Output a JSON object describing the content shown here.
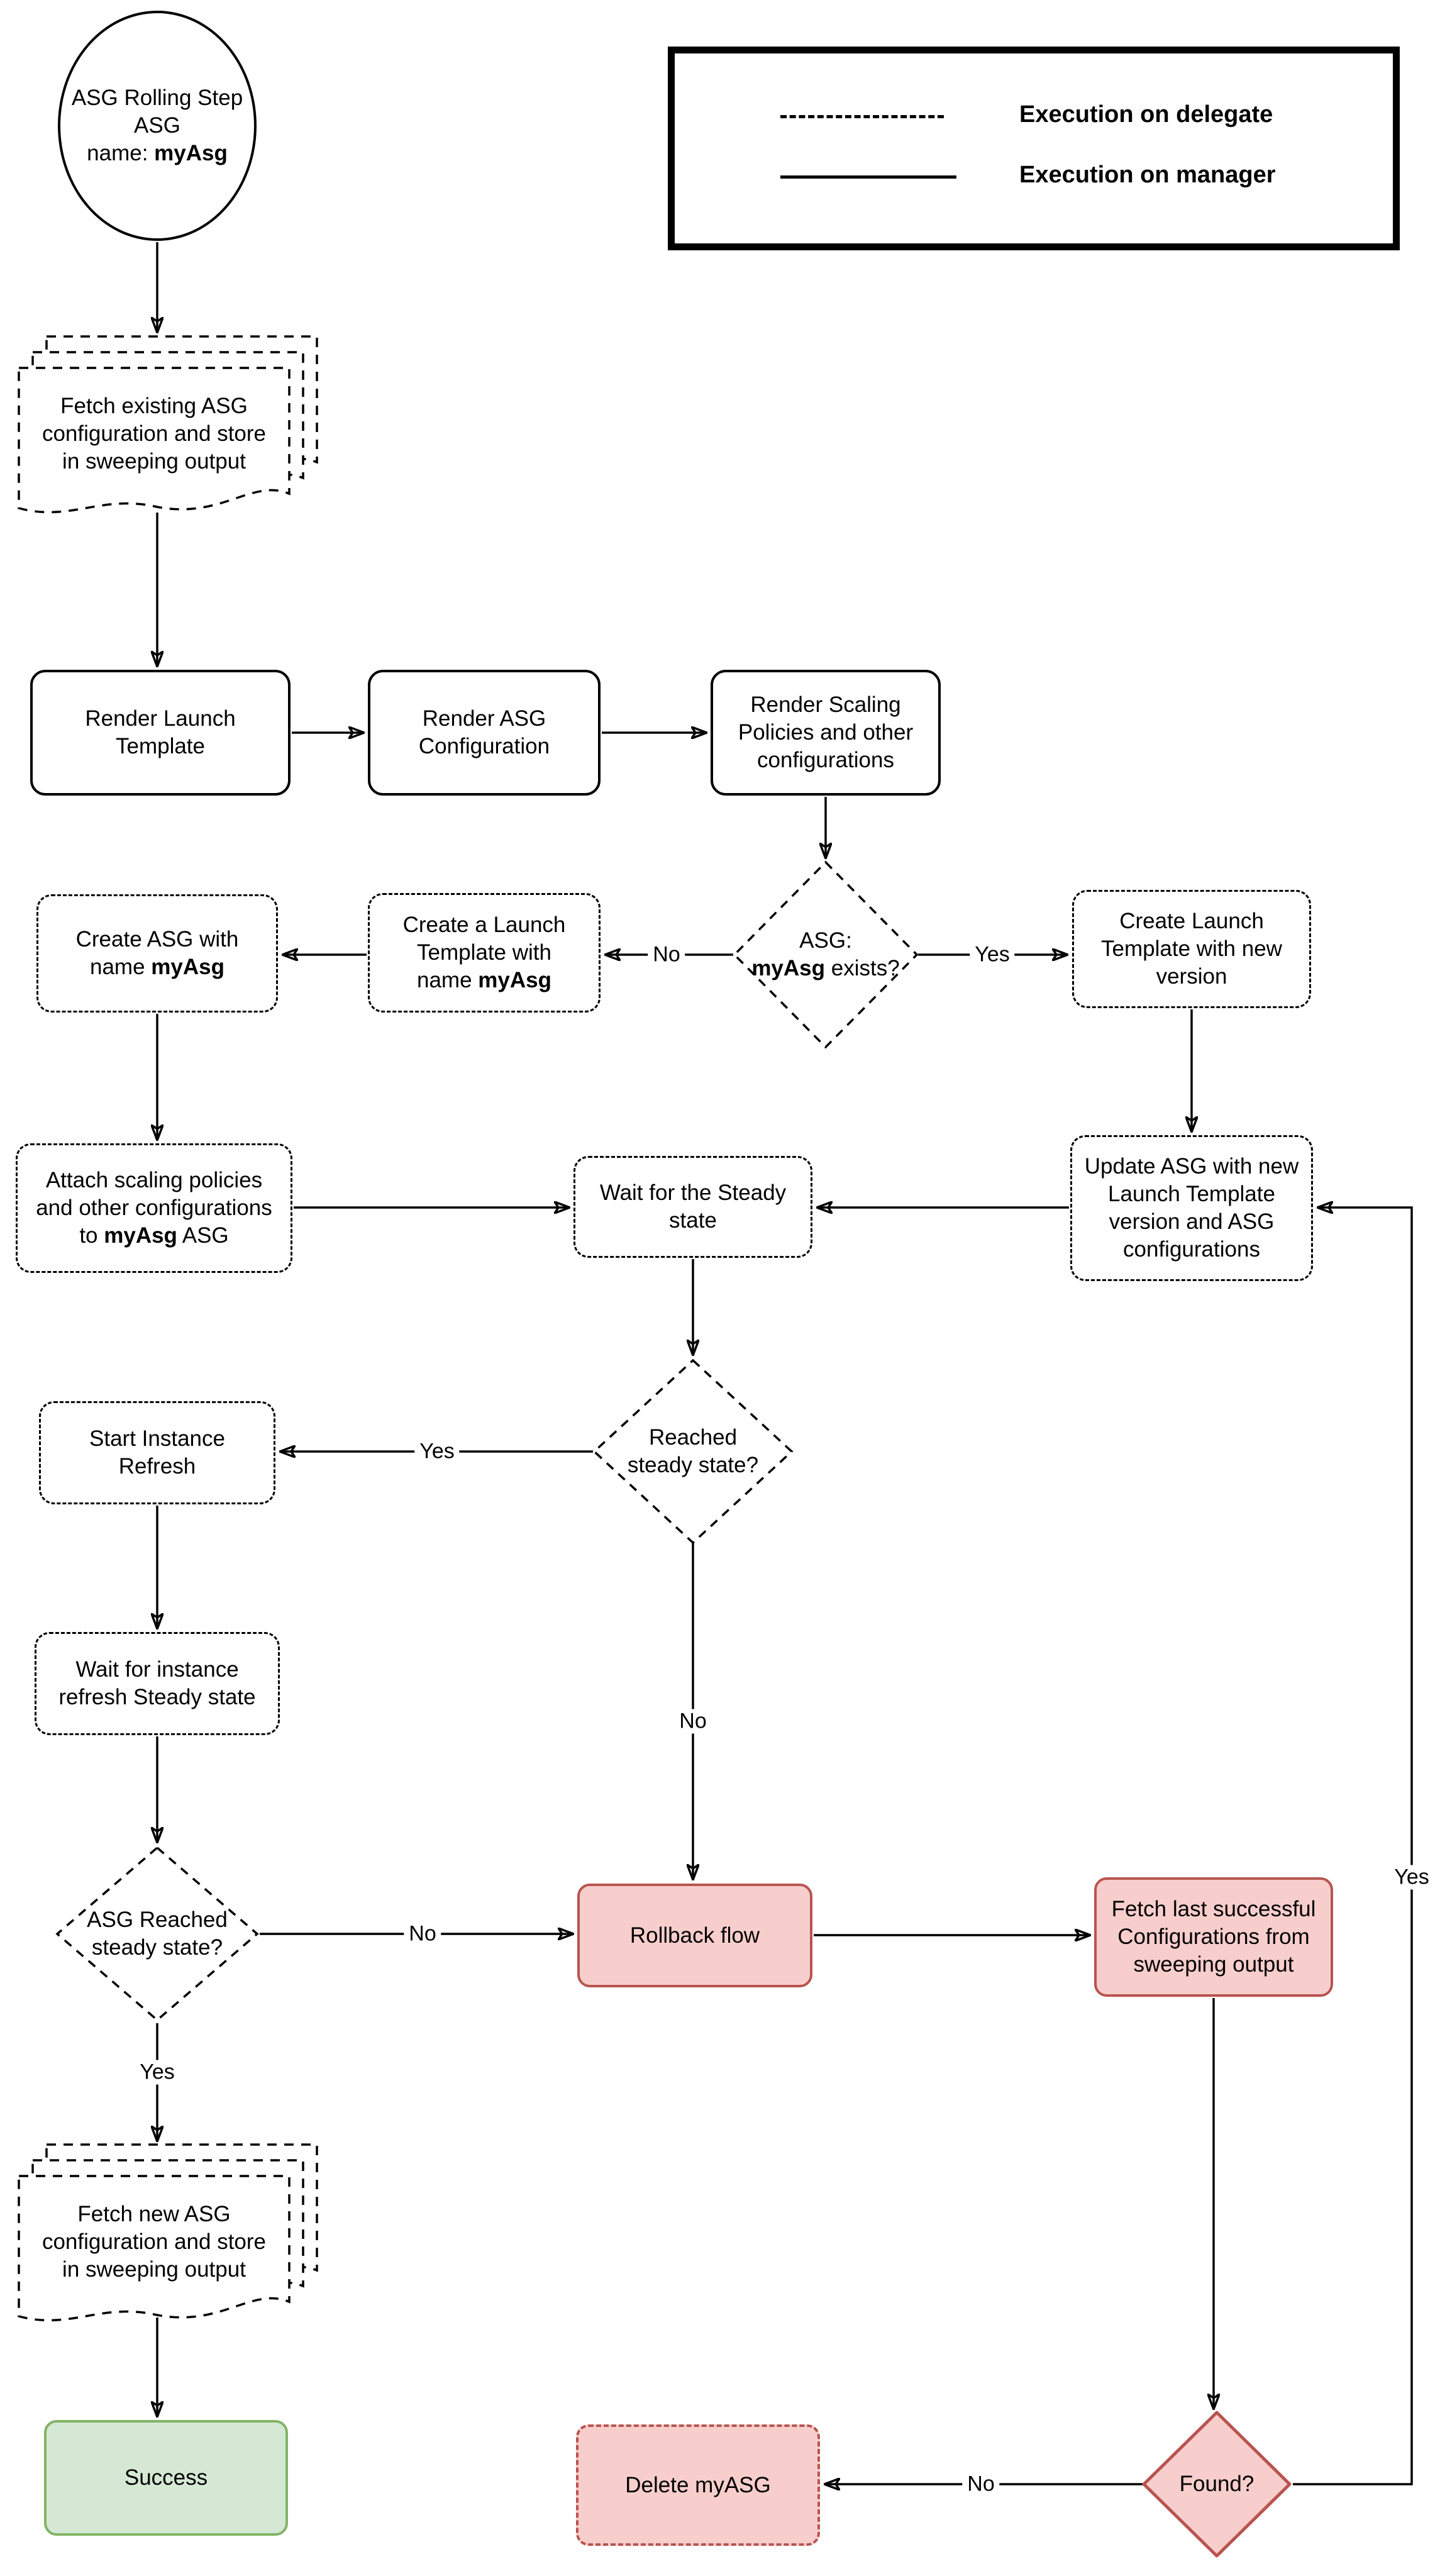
{
  "title": "ASG Rolling Step flowchart",
  "colors": {
    "pink": "#f8cecc",
    "red": "#b85450",
    "green_fill": "#d5e8d4",
    "green": "#82b366",
    "black": "#000000"
  },
  "legend": {
    "delegate_label": "Execution on delegate",
    "manager_label": "Execution on manager"
  },
  "nodes": {
    "start": {
      "l1": "ASG Rolling Step",
      "l2": "ASG",
      "l3pre": "name: ",
      "l3bold": "myAsg"
    },
    "fetch_existing": {
      "l1": "Fetch existing ASG",
      "l2": "configuration and store",
      "l3": "in sweeping output"
    },
    "render_launch_template": {
      "l1": "Render Launch",
      "l2": "Template"
    },
    "render_asg_config": {
      "l1": "Render ASG",
      "l2": "Configuration"
    },
    "render_scaling": {
      "l1": "Render Scaling",
      "l2": "Policies and other",
      "l3": "configurations"
    },
    "asg_exists": {
      "l1": "ASG:",
      "l2bold": "myAsg",
      "l2post": " exists?"
    },
    "create_launch_template_name": {
      "l1": "Create a Launch",
      "l2": "Template with",
      "l3pre": "name ",
      "l3bold": "myAsg"
    },
    "create_asg": {
      "l1": "Create ASG with",
      "l2pre": "name ",
      "l2bold": "myAsg"
    },
    "create_launch_template_new": {
      "l1": "Create Launch",
      "l2": "Template with new",
      "l3": "version"
    },
    "attach_scaling": {
      "l1": "Attach scaling policies",
      "l2": "and other configurations",
      "l3pre": "to ",
      "l3bold": "myAsg",
      "l3post": " ASG"
    },
    "wait_steady": {
      "l1": "Wait for the Steady",
      "l2": "state"
    },
    "update_asg": {
      "l1": "Update ASG with new",
      "l2": "Launch Template",
      "l3": "version and ASG",
      "l4": "configurations"
    },
    "reached_steady": {
      "l1": "Reached",
      "l2": "steady state?"
    },
    "start_instance_refresh": {
      "l1": "Start Instance",
      "l2": "Refresh"
    },
    "wait_instance_refresh": {
      "l1": "Wait for instance",
      "l2": "refresh Steady state"
    },
    "asg_reached_steady": {
      "l1": "ASG Reached",
      "l2": "steady state?"
    },
    "rollback": {
      "l1": "Rollback flow"
    },
    "fetch_last": {
      "l1": "Fetch last successful",
      "l2": "Configurations from",
      "l3": "sweeping output"
    },
    "fetch_new": {
      "l1": "Fetch new ASG",
      "l2": "configuration and store",
      "l3": "in sweeping output"
    },
    "success": {
      "l1": "Success"
    },
    "delete_myasg": {
      "l1": "Delete myASG"
    },
    "found": {
      "l1": "Found?"
    }
  },
  "edge_labels": {
    "exists_no": "No",
    "exists_yes": "Yes",
    "reached_yes": "Yes",
    "reached_no": "No",
    "asg_reached_no": "No",
    "asg_reached_yes": "Yes",
    "found_no": "No",
    "found_yes": "Yes"
  }
}
